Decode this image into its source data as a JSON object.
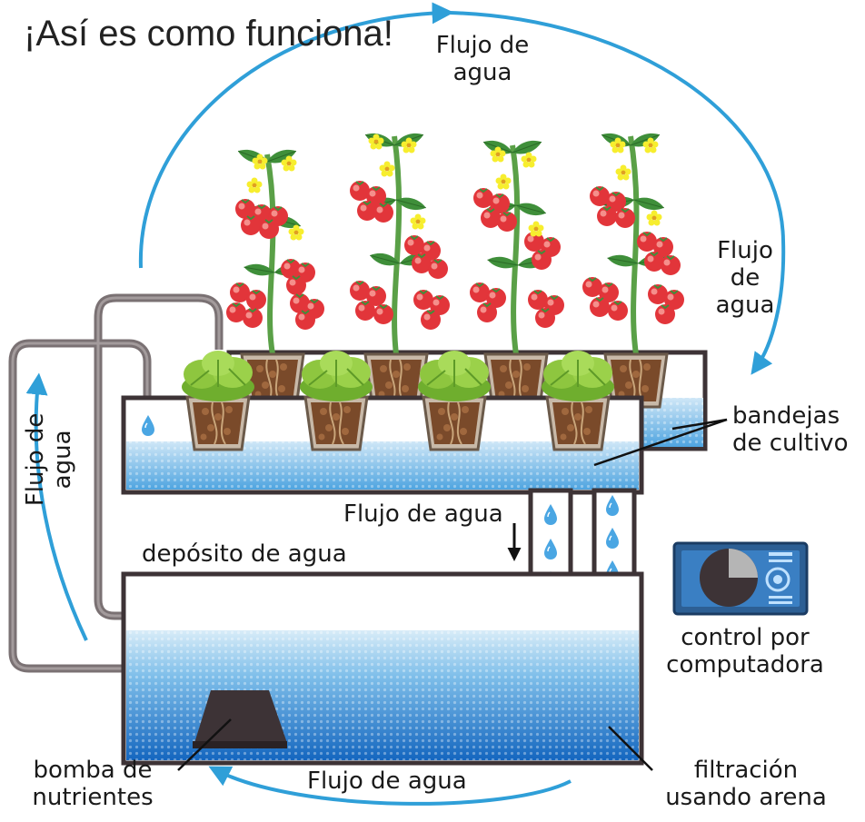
{
  "title": "¡Así es como funciona!",
  "labels": {
    "flow_top": "Flujo de\nagua",
    "flow_right": "Flujo\nde\nagua",
    "flow_left": "Flujo de\nagua",
    "flow_middle": "Flujo de agua",
    "flow_bottom": "Flujo de agua",
    "reservoir": "depósito de agua",
    "trays": "bandejas\nde cultivo",
    "computer": "control por\ncomputadora",
    "pump": "bomba de\nnutrientes",
    "filtration": "filtración\nusando arena"
  },
  "colors": {
    "outline": "#3d3336",
    "pipe": "#7a7173",
    "water_light": "#b6dbf3",
    "water_dark": "#1e6ec2",
    "arrow_blue": "#2f9fd8",
    "tomato_red": "#e2353a",
    "leaf_green": "#3f8f3a",
    "lettuce_green": "#8ec63f",
    "flower_yellow": "#f7ee2e",
    "soil_brown": "#7a4a2a"
  },
  "icons": [
    "tomato-plant-icon",
    "lettuce-icon",
    "water-drop-icon",
    "pump-icon",
    "computer-control-icon"
  ]
}
